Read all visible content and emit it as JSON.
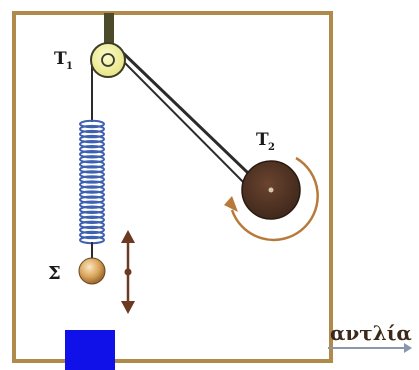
{
  "labels": {
    "pulley_top_letter": "T",
    "pulley_top_sub": "1",
    "pulley_right_letter": "T",
    "pulley_right_sub": "2",
    "mass": "Σ",
    "pump": "αντλία"
  },
  "colors": {
    "frame": "#b08a4a",
    "rope": "#2b2b2b",
    "spring": "#3f62b0",
    "pulley_top": "#f1ef9a",
    "pulley_right": "#4a2e1f",
    "rotation_arrow": "#b87a3a",
    "motion_arrow": "#6b3a22",
    "ball": "#d9a35a",
    "marker": "#1010e8",
    "pump_arrow": "#8a96ad"
  },
  "icons": {
    "rotation": "curved-arrow-icon",
    "motion": "double-headed-vertical-arrow-icon",
    "pump_outlet": "right-arrow-icon"
  }
}
